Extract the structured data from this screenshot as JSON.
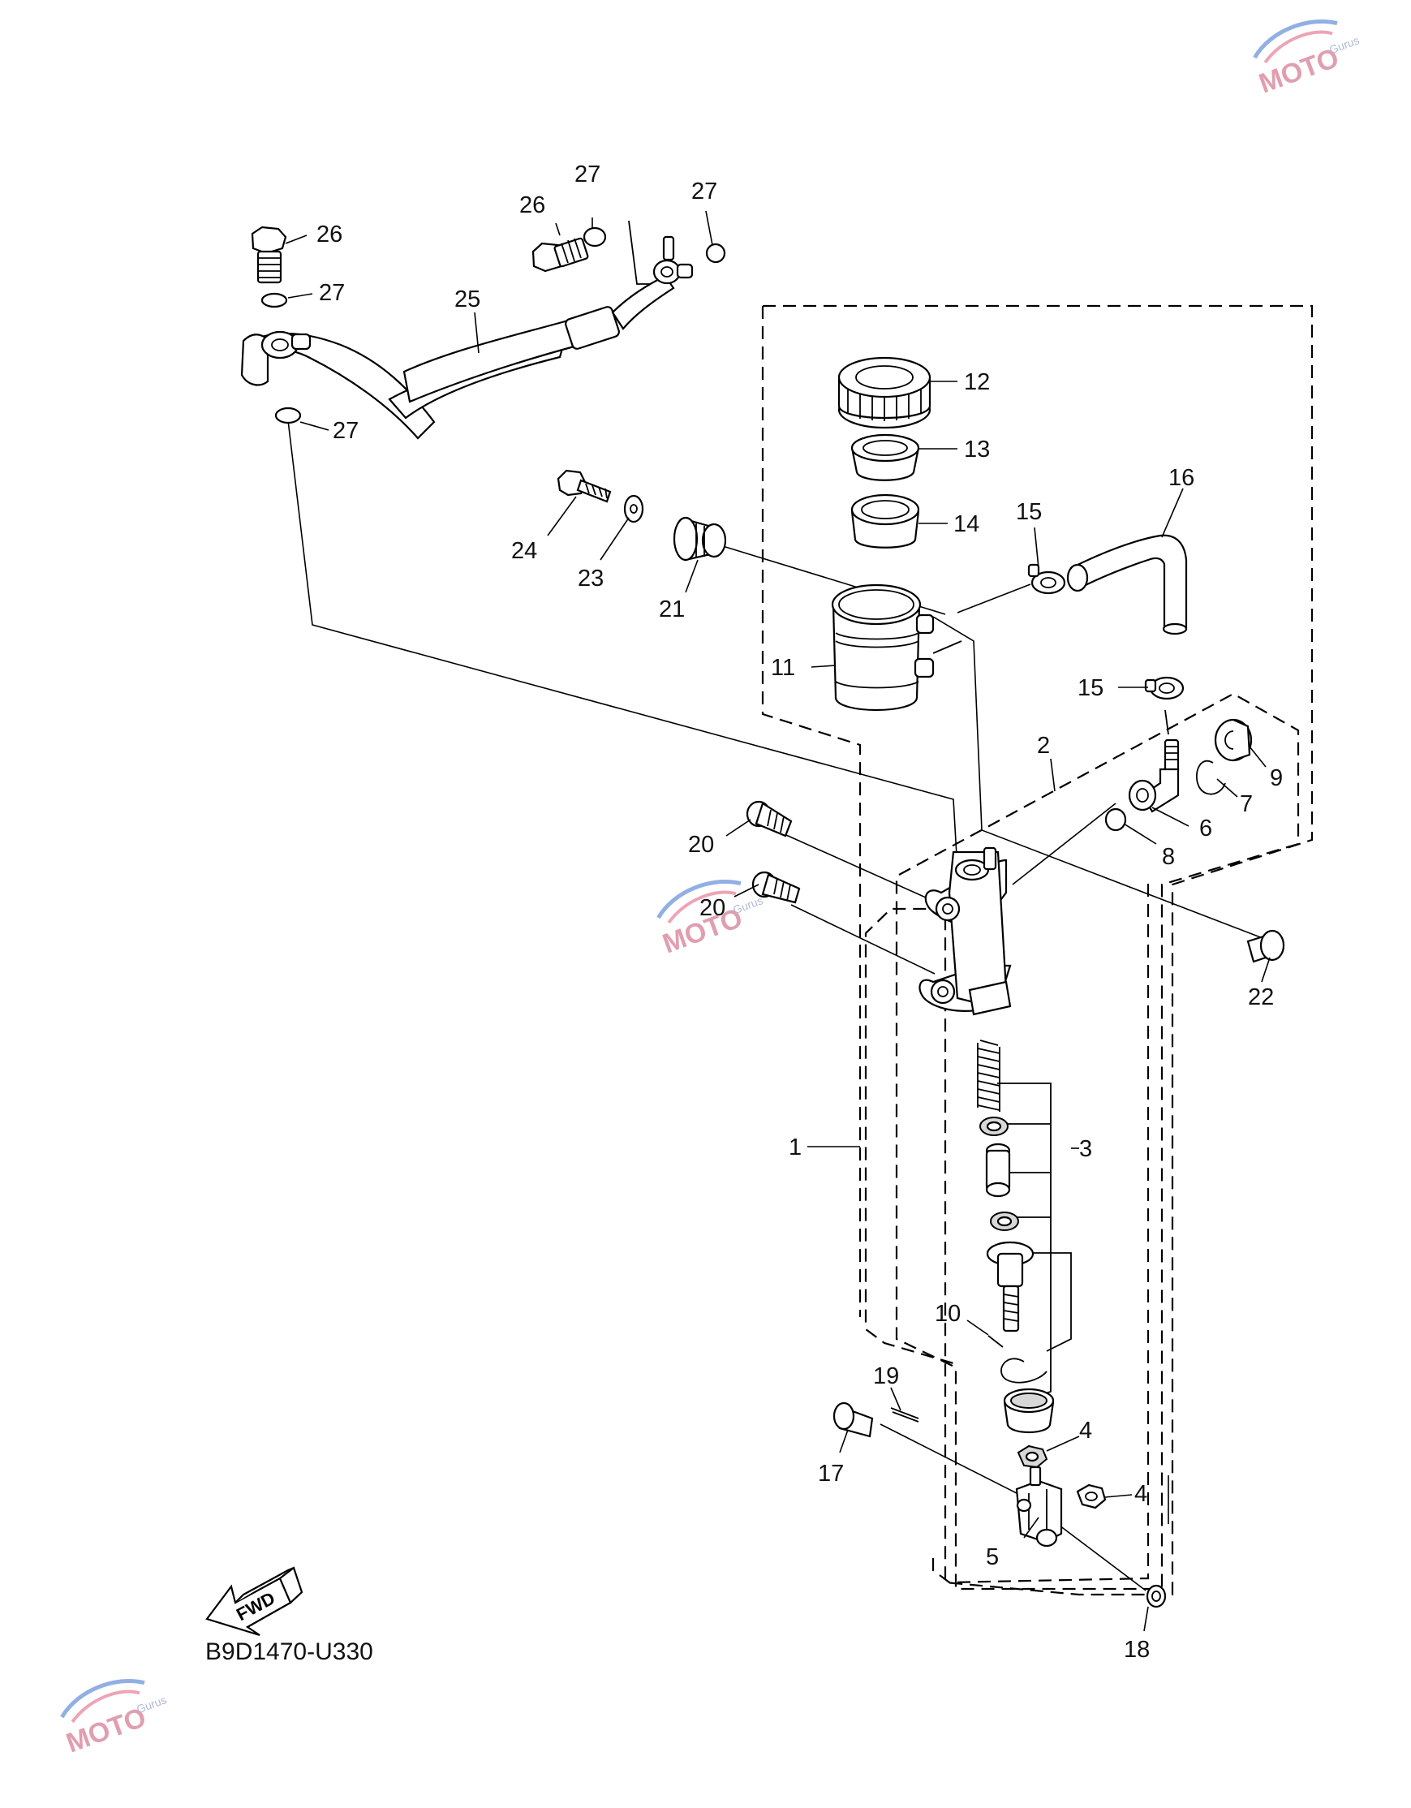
{
  "diagram": {
    "code": "B9D1470-U330",
    "fwd_label": "FWD",
    "watermark_text": "MOTO",
    "watermark_sub": "Gurus",
    "callouts": [
      "1",
      "2",
      "3",
      "4",
      "4",
      "5",
      "6",
      "7",
      "8",
      "9",
      "10",
      "11",
      "12",
      "13",
      "14",
      "15",
      "15",
      "16",
      "17",
      "18",
      "19",
      "20",
      "20",
      "21",
      "22",
      "23",
      "24",
      "25",
      "26",
      "26",
      "27",
      "27",
      "27",
      "27"
    ]
  }
}
